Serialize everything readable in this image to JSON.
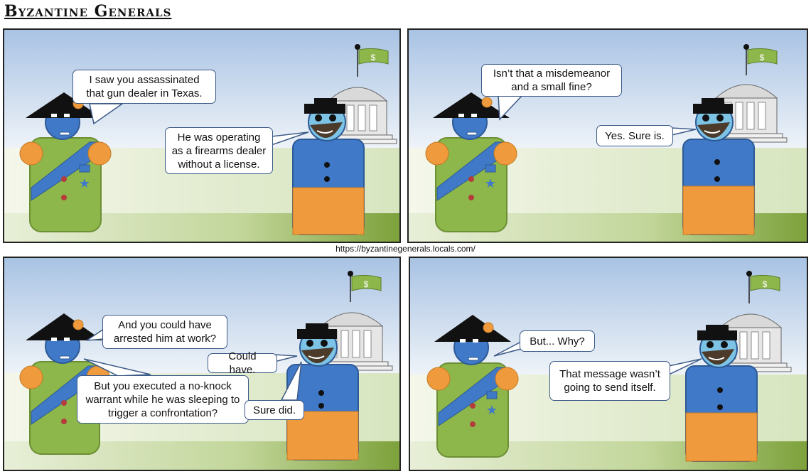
{
  "comic": {
    "title": "Byzantine Generals",
    "url": "https://byzantinegenerals.locals.com/",
    "flag_symbol": "$"
  },
  "panels": [
    {
      "bubbles": [
        {
          "text": "I saw you assassinated that gun dealer in Texas."
        },
        {
          "text": "He was operating as a firearms dealer without a license."
        }
      ]
    },
    {
      "bubbles": [
        {
          "text": "Isn’t that a misdemeanor and a small fine?"
        },
        {
          "text": "Yes. Sure is."
        }
      ]
    },
    {
      "bubbles": [
        {
          "text": "And you could have arrested him at work?"
        },
        {
          "text": "Could have."
        },
        {
          "text": "But you executed a no-knock warrant while he was sleeping to trigger a confrontation?"
        },
        {
          "text": "Sure did."
        }
      ]
    },
    {
      "bubbles": [
        {
          "text": "But... Why?"
        },
        {
          "text": "That message wasn’t going to send itself."
        }
      ]
    }
  ],
  "colors": {
    "sky_top": "#a9c3e4",
    "sky_bottom": "#eef3f8",
    "grass": "#84a93f",
    "general_body": "#8db64b",
    "sash": "#3f79c7",
    "officer_shirt": "#3f79c7",
    "officer_pants": "#ef9a3c",
    "head": "#3f79c7",
    "face": "#4c3b2a",
    "flag": "#8db64b"
  }
}
